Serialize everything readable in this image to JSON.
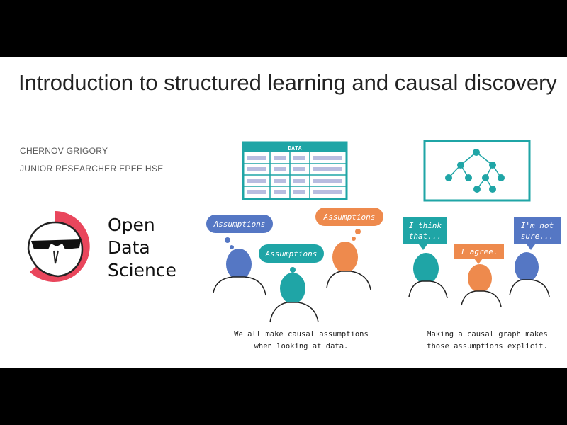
{
  "slide": {
    "title": "Introduction to structured learning and causal discovery",
    "author_name": "CHERNOV GRIGORY",
    "author_role": "JUNIOR RESEARCHER EPEE HSE"
  },
  "logo": {
    "line1": "Open",
    "line2": "Data",
    "line3": "Science"
  },
  "illustration": {
    "table_header": "DATA",
    "bubble_left_1": "Assumptions",
    "bubble_left_2": "Assumptions",
    "bubble_left_3": "Assumptions",
    "bubble_right_1_l1": "I think",
    "bubble_right_1_l2": "that...",
    "bubble_right_2": "I agree.",
    "bubble_right_3_l1": "I'm not",
    "bubble_right_3_l2": "sure...",
    "caption_left_l1": "We all make causal assumptions",
    "caption_left_l2": "when looking at data.",
    "caption_right_l1": "Making a causal graph makes",
    "caption_right_l2": "those assumptions explicit."
  },
  "colors": {
    "teal": "#1fa5a6",
    "blue": "#5577c4",
    "orange": "#ee8a4d",
    "logo_red": "#e9465c"
  }
}
